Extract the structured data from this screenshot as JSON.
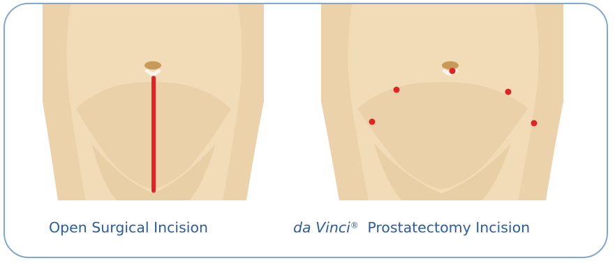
{
  "panels": [
    {
      "id": "open",
      "caption": "Open Surgical Incision",
      "incision_type": "single-vertical-line"
    },
    {
      "id": "davinci",
      "caption_brand": "da Vinci",
      "caption_brand_italic_part_1": "da",
      "caption_brand_italic_part_2": "Vinci",
      "caption_registered": "®",
      "caption_rest": "Prostatectomy Incision",
      "incision_type": "port-dots",
      "port_count": 5
    }
  ],
  "colors": {
    "frame_border": "#7fa7d6",
    "skin_base": "#f2dcb8",
    "skin_shade": "#e6c99c",
    "skin_dark": "#d9b885",
    "navel": "#c89a5a",
    "incision": "#e02424",
    "caption_text": "#2a5ca4"
  }
}
